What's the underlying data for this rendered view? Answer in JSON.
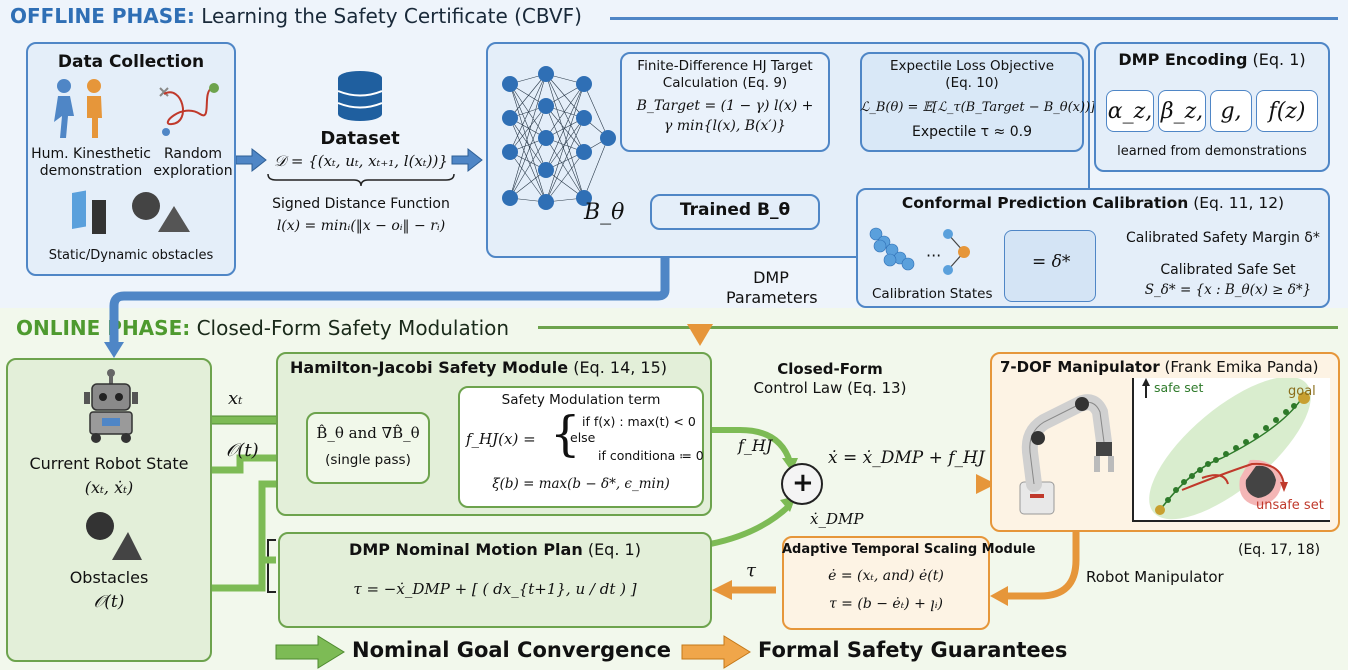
{
  "offline": {
    "heading_bold": "OFFLINE PHASE:",
    "heading_rest": "Learning the Safety Certificate (CBVF)",
    "data_collection": {
      "title": "Data Collection",
      "hum_line1": "Hum. Kinesthetic",
      "hum_line2": "demonstration",
      "rand_line1": "Random",
      "rand_line2": "exploration",
      "obstacles": "Static/Dynamic obstacles"
    },
    "dataset": {
      "title": "Dataset",
      "formula": "𝒟 = {(xₜ, uₜ, xₜ₊₁, l(xₜ))}",
      "sdf_label": "Signed Distance Function",
      "sdf_formula": "l(x) = minᵢ(‖x − oᵢ‖ − rᵢ)"
    },
    "hj_target": {
      "title1": "Finite-Difference HJ Target",
      "title2": "Calculation (Eq. 9)",
      "line1": "B_Target = (1 − γ) l(x) +",
      "line2": "γ min{l(x), B(x′)}"
    },
    "expectile": {
      "title1": "Expectile Loss Objective",
      "title2": "(Eq. 10)",
      "formula": "ℒ_B(θ) = 𝔼[ℒ_τ(B_Target − B_θ(x))]",
      "tau": "Expectile τ ≈ 0.9"
    },
    "b_theta": "B_θ",
    "trained": "Trained B_θ",
    "dmp_encoding": {
      "title_bold": "DMP Encoding",
      "title_rest": "(Eq. 1)",
      "params": [
        "α_z,",
        "β_z,",
        "g,",
        "f(z)"
      ],
      "caption": "learned from demonstrations"
    },
    "conformal": {
      "title_bold": "Conformal Prediction Calibration",
      "title_rest": "(Eq. 11, 12)",
      "delta": "= δ*",
      "margin": "Calibrated Safety Margin δ*",
      "safe_set_label": "Calibrated Safe Set",
      "safe_set_formula": "S_δ* = {x : B_θ(x) ≥ δ*}",
      "calib_states": "Calibration States",
      "dots": "···"
    },
    "dmp_params": "DMP\nParameters"
  },
  "online": {
    "heading_bold": "ONLINE PHASE:",
    "heading_rest": "Closed-Form Safety Modulation",
    "robot_state": {
      "label": "Current Robot State",
      "vars": "(xₜ, ẋₜ)",
      "obstacles": "Obstacles",
      "obs_var": "𝒪(t)"
    },
    "arrow_xt": "xₜ",
    "arrow_ot": "𝒪(t)",
    "hj_module": {
      "title_bold": "Hamilton-Jacobi Safety Module",
      "title_rest": "(Eq. 14, 15)",
      "inner1": "B̂_θ and ∇B̂_θ",
      "inner2": "(single pass)",
      "smt_title": "Safety Modulation term",
      "f_lhs": "f_HJ(x) =",
      "case1": "if f(x) : max(t) < 0",
      "case2": "else",
      "case3": "if conditiona ≔ 0",
      "xi": "ξ(b) = max(b − δ*, ϵ_min)"
    },
    "control_law": {
      "title1": "Closed-Form",
      "title2": "Control Law (Eq. 13)",
      "f_label": "f_HJ",
      "equation": "ẋ = ẋ_DMP + f_HJ",
      "xdot_dmp": "ẋ_DMP",
      "plus": "+"
    },
    "manipulator": {
      "title_bold": "7-DOF Manipulator",
      "title_rest": "(Frank Emika Panda)",
      "safe_set": "safe set",
      "goal": "goal",
      "unsafe_set": "unsafe set",
      "eq": "(Eq. 17, 18)"
    },
    "dmp_plan": {
      "title_bold": "DMP Nominal Motion Plan",
      "title_rest": "(Eq. 1)",
      "formula": "τ = −ẋ_DMP + [ ( dx_{t+1}, u / dt ) ]"
    },
    "adaptive": {
      "title": "Adaptive Temporal Scaling Module",
      "line1": "ė = (xₜ, and) ė(t)",
      "line2": "τ = (b − ėₜ) + ꞁᵢ)"
    },
    "tau_label": "τ",
    "robot_manip": "Robot Manipulator"
  },
  "legend": {
    "nominal": "Nominal Goal Convergence",
    "formal": "Formal Safety Guarantees"
  },
  "colors": {
    "blue": "#4f86c6",
    "green": "#6da34d",
    "orange": "#e6963a",
    "offline_bg": "#eef4fb",
    "online_bg": "#f2f8ec"
  }
}
